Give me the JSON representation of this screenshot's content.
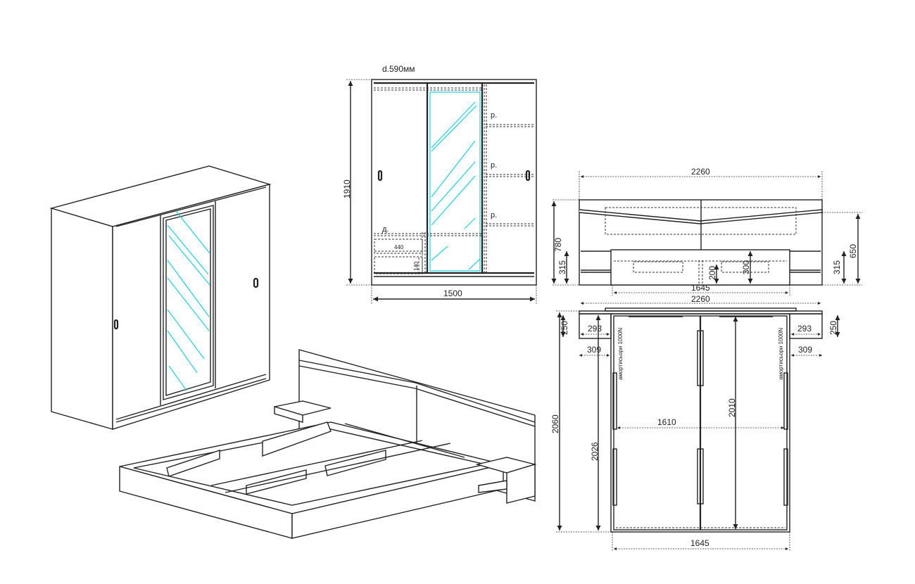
{
  "wardrobe": {
    "depth_label": "d.590мм",
    "height": "1910",
    "width": "1500",
    "shelf_labels": [
      "р.",
      "р.",
      "р."
    ],
    "drawer_label": "д.",
    "drawer_width": "440",
    "drawer_height": "140"
  },
  "bed_front": {
    "width": "2260",
    "height_total": "780",
    "headboard_height": "650",
    "nightstand_height_left": "315",
    "nightstand_height_right": "315",
    "frame_height_inner": "200",
    "frame_height": "300",
    "frame_width": "1645"
  },
  "bed_top": {
    "width": "2260",
    "nightstand_depth_left": "250",
    "nightstand_depth_right": "250",
    "nightstand_width_left": "293",
    "nightstand_width_right": "293",
    "nightstand_outer_left": "309",
    "nightstand_outer_right": "309",
    "length": "2060",
    "inner_length": "2026",
    "mattress_length": "2010",
    "mattress_width": "1610",
    "frame_width": "1645",
    "shock_absorber_left": "амортисьори 1000N",
    "shock_absorber_right": "амортисьори 1000N"
  },
  "colors": {
    "mirror": "#19d3e0",
    "line": "#222222"
  }
}
